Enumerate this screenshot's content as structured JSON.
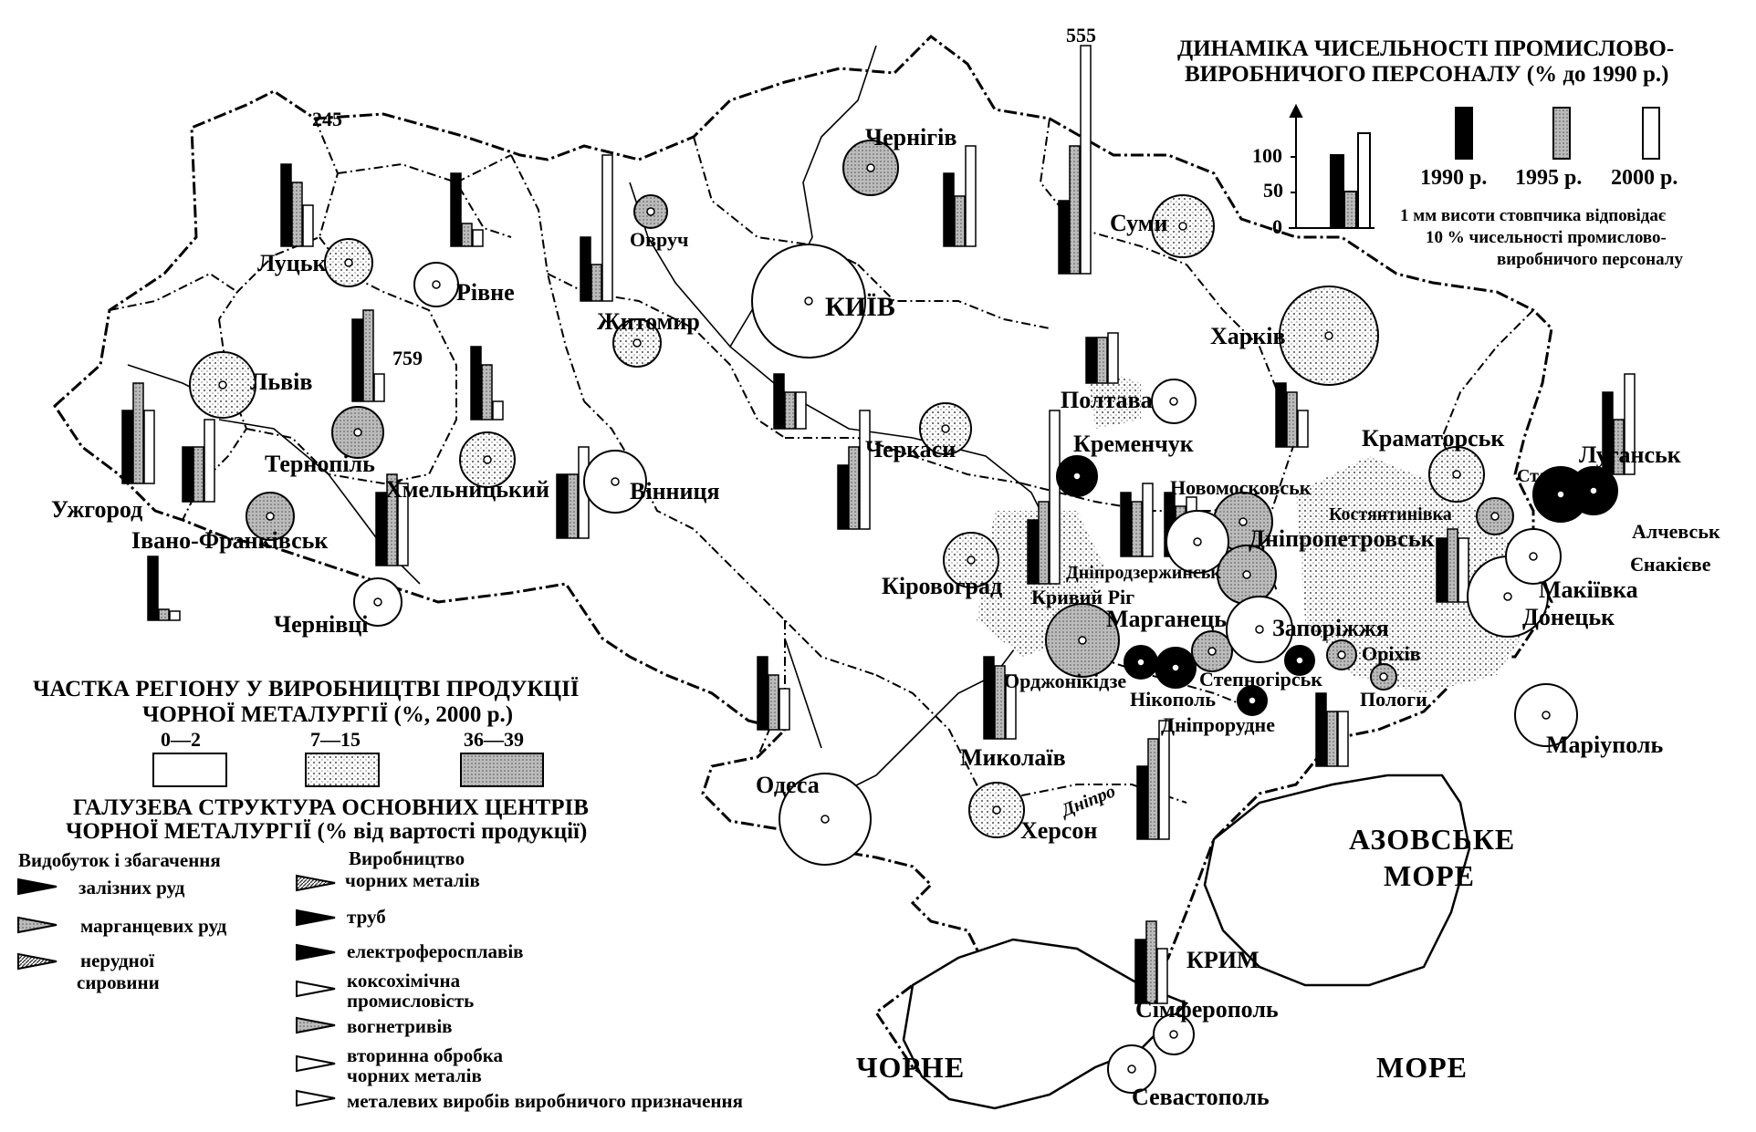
{
  "dynamics": {
    "title_line1": "ДИНАМІКА ЧИСЕЛЬНОСТІ ПРОМИСЛОВО-",
    "title_line2": "ВИРОБНИЧОГО ПЕРСОНАЛУ (% до 1990 р.)",
    "axis_ticks": [
      "100",
      "50",
      "0"
    ],
    "years": [
      "1990 р.",
      "1995 р.",
      "2000 р."
    ],
    "note_line1": "1 мм висоти стовпчика відповідає",
    "note_line2": "10 % чисельності промислово-",
    "note_line3": "виробничого персоналу",
    "outliers": [
      "555",
      "245",
      "759"
    ]
  },
  "share_legend": {
    "title_line1": "ЧАСТКА РЕГІОНУ У ВИРОБНИЦТВІ ПРОДУКЦІЇ",
    "title_line2": "ЧОРНОЇ МЕТАЛУРГІЇ (%, 2000 р.)",
    "classes": [
      "0—2",
      "7—15",
      "36—39"
    ]
  },
  "structure_legend": {
    "title_line1": "ГАЛУЗЕВА СТРУКТУРА ОСНОВНИХ ЦЕНТРІВ",
    "title_line2": "ЧОРНОЇ МЕТАЛУРГІЇ (% від вартості продукції)",
    "mining_header": "Видобуток і збагачення",
    "mining_items": [
      "залізних руд",
      "марганцевих руд",
      "нерудної",
      "сировини"
    ],
    "production_header_line1": "Виробництво",
    "production_header_line2": "чорних металів",
    "production_items": [
      "труб",
      "електроферосплавів",
      "коксохімічна",
      "промисловість",
      "вогнетривів",
      "вторинна обробка",
      "чорних металів",
      "металевих виробів виробничого призначення"
    ]
  },
  "cities": {
    "lutsk": "Луцьк",
    "rivne": "Рівне",
    "lviv": "Львів",
    "ternopil": "Тернопіль",
    "khmelnytskyi": "Хмельницький",
    "uzhhorod": "Ужгород",
    "ivano_frankivsk": "Івано-Франківськ",
    "chernivtsi": "Чернівці",
    "zhytomyr": "Житомир",
    "ovruch": "Овруч",
    "vinnytsia": "Вінниця",
    "kyiv": "КИЇВ",
    "chernihiv": "Чернігів",
    "sumy": "Суми",
    "kharkiv": "Харків",
    "poltava": "Полтава",
    "kremenchuk": "Кременчук",
    "cherkasy": "Черкаси",
    "kirovohrad": "Кіровоград",
    "novomoskovsk": "Новомосковськ",
    "dnipropetrovsk": "Дніпропетровськ",
    "dniprodzerzhynsk": "Дніпродзержинськ",
    "kryvyi_rih": "Кривий Ріг",
    "marhanets": "Марганець",
    "ordzhonikidze": "Орджонікідзе",
    "nikopol": "Нікополь",
    "stepnohirsk": "Степногірськ",
    "zaporizhzhia": "Запоріжжя",
    "orikhiv": "Оріхів",
    "polohy": "Пологи",
    "dniprorudne": "Дніпрорудне",
    "kramatorsk": "Краматорськ",
    "kostiantynivka": "Костянтинівка",
    "stakhanov": "Стаханов",
    "luhansk": "Луганськ",
    "alchevsk": "Алчевськ",
    "yenakiieve": "Єнакієве",
    "makiivka": "Макіївка",
    "donetsk": "Донецьк",
    "mariupol": "Маріуполь",
    "mykolaiv": "Миколаїв",
    "odesa": "Одеса",
    "kherson": "Херсон",
    "simferopol": "Сімферополь",
    "sevastopol": "Севастополь"
  },
  "regions": {
    "crimea": "КРИМ"
  },
  "water": {
    "dnipro": "Дніпро",
    "azov_line1": "АЗОВСЬКЕ",
    "azov_line2": "МОРЕ",
    "black_1": "ЧОРНЕ",
    "black_2": "МОРЕ"
  }
}
